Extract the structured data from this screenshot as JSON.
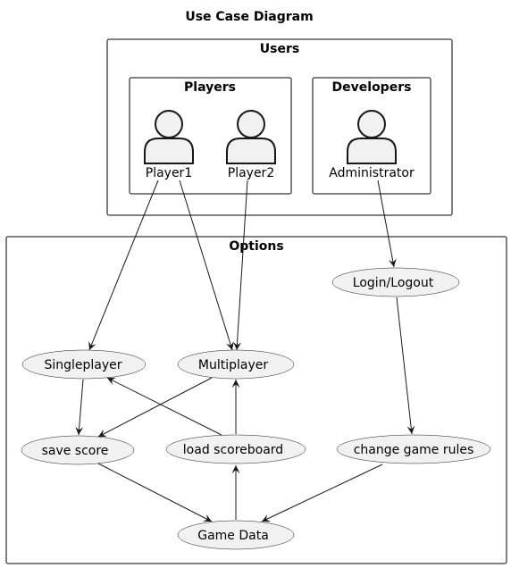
{
  "diagram": {
    "title": "Use Case Diagram",
    "packages": {
      "users": "Users",
      "players": "Players",
      "developers": "Developers",
      "options": "Options"
    },
    "actors": {
      "player1": "Player1",
      "player2": "Player2",
      "administrator": "Administrator"
    },
    "use_cases": {
      "login_logout": "Login/Logout",
      "singleplayer": "Singleplayer",
      "multiplayer": "Multiplayer",
      "save_score": "save score",
      "load_scoreboard": "load scoreboard",
      "change_game_rules": "change game rules",
      "game_data": "Game Data"
    },
    "relations": [
      {
        "from": "Player1",
        "to": "Singleplayer"
      },
      {
        "from": "Player1",
        "to": "Multiplayer"
      },
      {
        "from": "Player2",
        "to": "Multiplayer"
      },
      {
        "from": "Administrator",
        "to": "Login/Logout"
      },
      {
        "from": "Login/Logout",
        "to": "change game rules"
      },
      {
        "from": "Singleplayer",
        "to": "save score"
      },
      {
        "from": "Multiplayer",
        "to": "save score"
      },
      {
        "from": "load scoreboard",
        "to": "Singleplayer"
      },
      {
        "from": "load scoreboard",
        "to": "Multiplayer"
      },
      {
        "from": "save score",
        "to": "Game Data"
      },
      {
        "from": "Game Data",
        "to": "load scoreboard"
      },
      {
        "from": "change game rules",
        "to": "Game Data"
      }
    ]
  }
}
